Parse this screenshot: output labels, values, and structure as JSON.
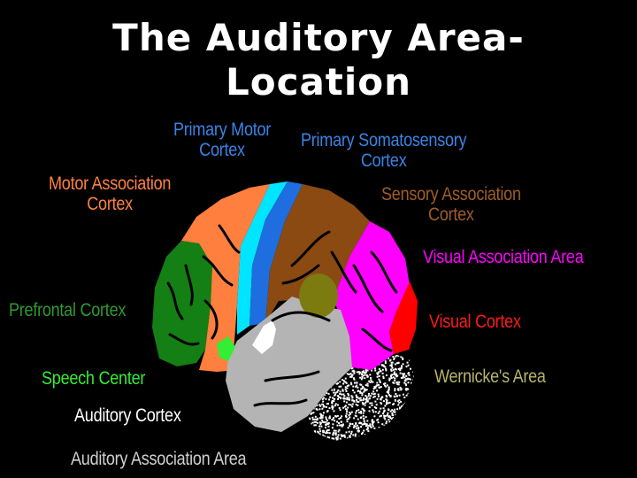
{
  "title": {
    "line1": "The Auditory Area-",
    "line2": "Location"
  },
  "labels": {
    "primary_motor": {
      "line1": "Primary Motor",
      "line2": "Cortex",
      "color": "#3a83e6"
    },
    "primary_somatosensory": {
      "line1": "Primary Somatosensory",
      "line2": "Cortex",
      "color": "#3a83e6"
    },
    "motor_association": {
      "line1": "Motor Association",
      "line2": "Cortex",
      "color": "#ff8040"
    },
    "sensory_association": {
      "line1": "Sensory Association",
      "line2": "Cortex",
      "color": "#a15d26"
    },
    "visual_association": {
      "line1": "Visual Association Area",
      "color": "#ff00ff"
    },
    "prefrontal": {
      "line1": "Prefrontal Cortex",
      "color": "#2f9a2f"
    },
    "visual_cortex": {
      "line1": "Visual Cortex",
      "color": "#ff1a1a"
    },
    "speech_center": {
      "line1": "Speech Center",
      "color": "#33ee33"
    },
    "wernicke": {
      "line1": "Wernicke's Area",
      "color": "#b5b56a"
    },
    "auditory_cortex": {
      "line1": "Auditory Cortex",
      "color": "#ffffff"
    },
    "auditory_association": {
      "line1": "Auditory Association Area",
      "color": "#d0d0d0"
    }
  },
  "region_colors": {
    "prefrontal": "#147f14",
    "motor_association": "#ff7f3f",
    "primary_motor": "#00e5ff",
    "primary_somatosensory": "#1f6ee0",
    "sensory_association": "#8a4a12",
    "visual_association": "#ff00ff",
    "visual_cortex": "#ff0000",
    "wernicke": "#ffffff",
    "temporal": "#b4b4b4",
    "olive_spot": "#7b7b10",
    "speech_center": "#33ee33"
  }
}
